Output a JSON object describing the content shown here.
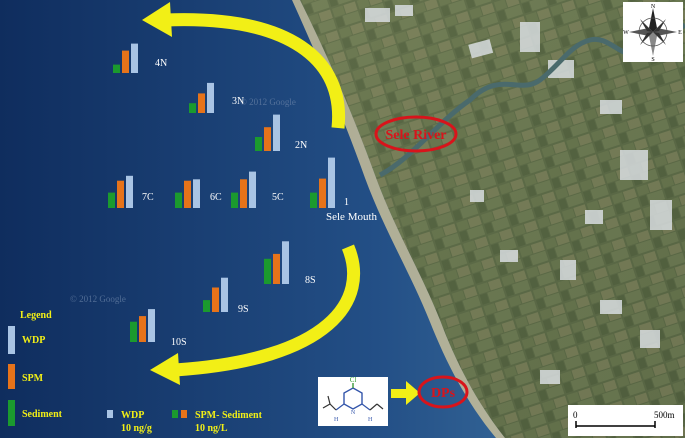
{
  "stations": [
    {
      "id": "4N",
      "label": "4N",
      "sediment": 1.2,
      "spm": 3.2,
      "wdp": 4.2
    },
    {
      "id": "3N",
      "label": "3N",
      "sediment": 1.4,
      "spm": 2.8,
      "wdp": 4.3
    },
    {
      "id": "2N",
      "label": "2N",
      "sediment": 2.0,
      "spm": 3.4,
      "wdp": 5.2
    },
    {
      "id": "1",
      "label": "1",
      "sediment": 2.2,
      "spm": 4.2,
      "wdp": 7.2
    },
    {
      "id": "5C",
      "label": "5C",
      "sediment": 2.2,
      "spm": 4.1,
      "wdp": 5.2
    },
    {
      "id": "6C",
      "label": "6C",
      "sediment": 2.2,
      "spm": 3.9,
      "wdp": 4.1
    },
    {
      "id": "7C",
      "label": "7C",
      "sediment": 2.2,
      "spm": 3.9,
      "wdp": 4.6
    },
    {
      "id": "8S",
      "label": "8S",
      "sediment": 3.6,
      "spm": 4.3,
      "wdp": 6.1
    },
    {
      "id": "9S",
      "label": "9S",
      "sediment": 1.7,
      "spm": 3.5,
      "wdp": 4.9
    },
    {
      "id": "10S",
      "label": "10S",
      "sediment": 2.9,
      "spm": 3.7,
      "wdp": 4.7
    }
  ],
  "labels": {
    "sele_mouth": "Sele Mouth",
    "sele_river": "Sele River",
    "dps": "DPs",
    "chem_top": "Cl",
    "chem_n": "N",
    "chem_nh": "H",
    "scale_start": "0",
    "scale_end": "500m",
    "watermark1": "© 2012 Google",
    "watermark2": "© 2012 Google"
  },
  "legend": {
    "title": "Legend",
    "items": [
      {
        "label": "WDP",
        "color": "#a9c4e4"
      },
      {
        "label": "SPM",
        "color": "#e6731a"
      },
      {
        "label": "Sediment",
        "color": "#1b9a2e"
      }
    ]
  },
  "units": {
    "wdp_label": "WDP",
    "wdp_unit": "10 ng/g",
    "spm_sed_label": "SPM- Sediment",
    "spm_sed_unit": "10 ng/L"
  },
  "compass": {
    "n": "N",
    "s": "S",
    "e": "E",
    "w": "W"
  },
  "colors": {
    "wdp": "#a9c4e4",
    "spm": "#e6731a",
    "sediment": "#1b9a2e",
    "arrow": "#f2ef16",
    "ellipse": "#d8141b",
    "legend_text": "#f2ef16",
    "river_label": "#d8141b"
  }
}
